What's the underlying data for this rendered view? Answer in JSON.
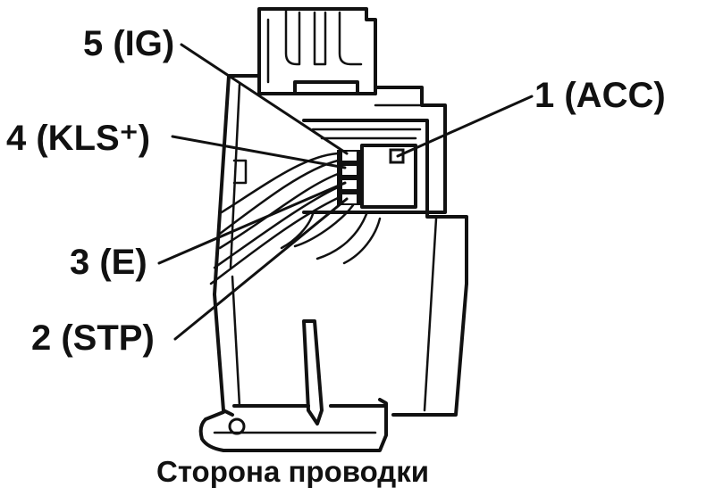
{
  "diagram": {
    "pins": [
      {
        "id": "pin-5",
        "label": "5 (IG)"
      },
      {
        "id": "pin-4",
        "label": "4 (KLS⁺)"
      },
      {
        "id": "pin-1",
        "label": "1 (ACC)"
      },
      {
        "id": "pin-3",
        "label": "3 (E)"
      },
      {
        "id": "pin-2",
        "label": "2 (STP)"
      }
    ],
    "caption": "Сторона проводки"
  }
}
